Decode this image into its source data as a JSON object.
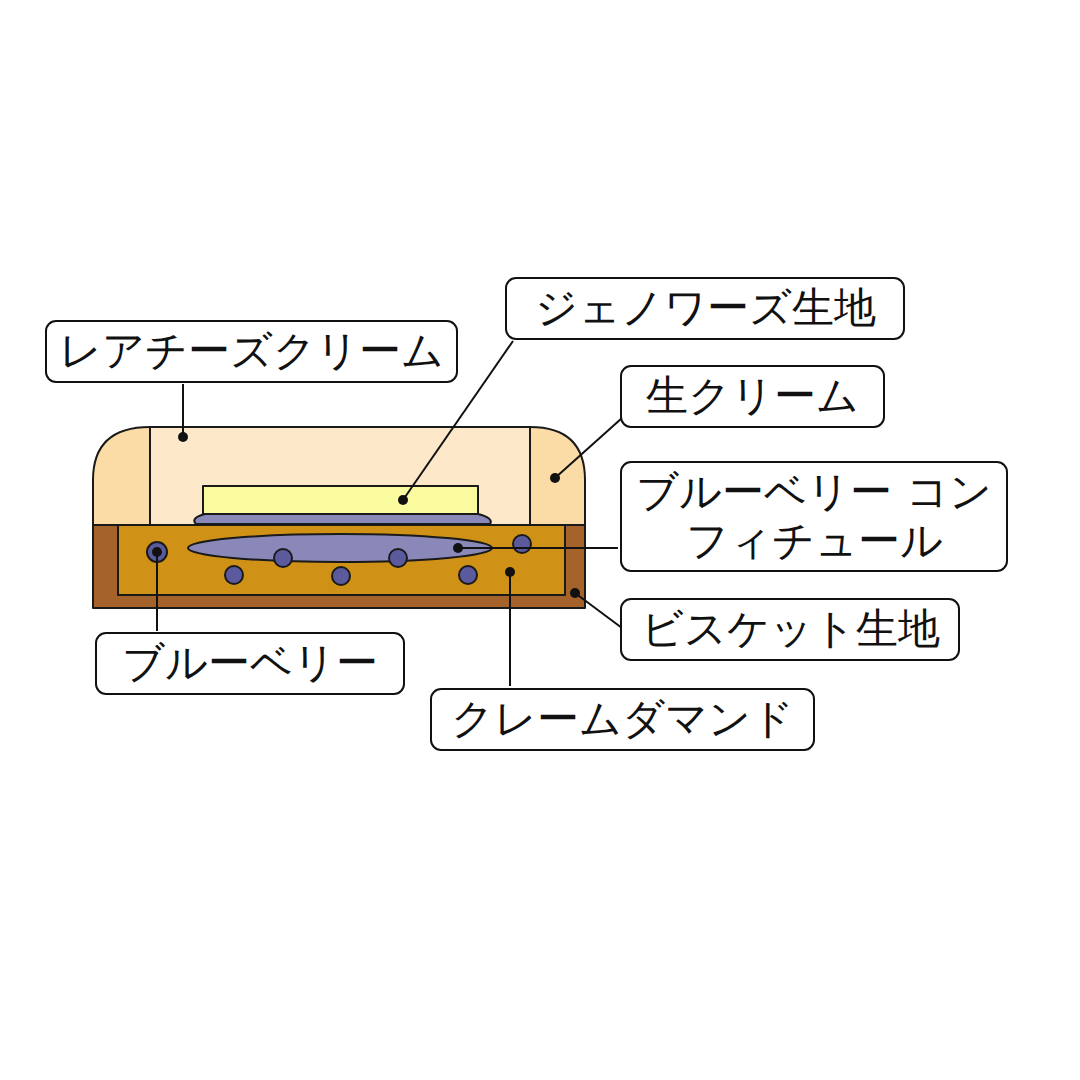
{
  "diagram": {
    "nodes": [
      {
        "text": [
          "ジェノワーズ生地"
        ]
      },
      {
        "text": [
          "レアチーズクリーム"
        ]
      },
      {
        "text": [
          "生クリーム"
        ]
      },
      {
        "text": [
          "ブルーベリー コンフィチュール"
        ]
      },
      {
        "text": [
          "ビスケット生地"
        ]
      },
      {
        "text": [
          "ブルーベリー"
        ]
      },
      {
        "text": [
          "クレームダマンド"
        ]
      }
    ]
  }
}
